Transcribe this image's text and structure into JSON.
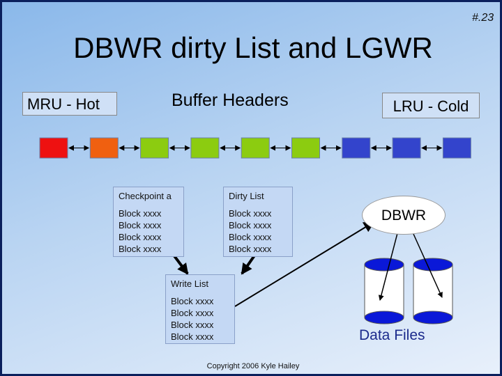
{
  "slide_number": "#.23",
  "title": "DBWR dirty List and LGWR",
  "labels": {
    "mru": "MRU - Hot",
    "buffer_headers": "Buffer Headers",
    "lru": "LRU - Cold",
    "dbwr": "DBWR",
    "data_files": "Data Files",
    "copyright": "Copyright 2006 Kyle Hailey"
  },
  "buffer_headers": [
    {
      "color": "#ee1111"
    },
    {
      "color": "#f06010"
    },
    {
      "color": "#8ccc10"
    },
    {
      "color": "#8ccc10"
    },
    {
      "color": "#8ccc10"
    },
    {
      "color": "#8ccc10"
    },
    {
      "color": "#3344cc"
    },
    {
      "color": "#3344cc"
    },
    {
      "color": "#3344cc"
    }
  ],
  "checkpoint_list": {
    "header": "Checkpoint a",
    "items": [
      "Block xxxx",
      "Block xxxx",
      "Block xxxx",
      "Block xxxx"
    ]
  },
  "dirty_list": {
    "header": "Dirty List",
    "items": [
      "Block xxxx",
      "Block xxxx",
      "Block xxxx",
      "Block xxxx"
    ]
  },
  "write_list": {
    "header": "Write List",
    "items": [
      "Block xxxx",
      "Block xxxx",
      "Block xxxx",
      "Block xxxx"
    ]
  },
  "colors": {
    "disk_fill": "#0a18d8",
    "disk_body": "#ffffff"
  }
}
